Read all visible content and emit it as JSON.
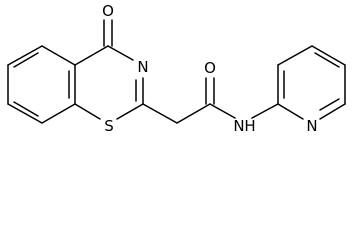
{
  "molecule": {
    "atoms": {
      "ketone_oxygen": "O",
      "ring_nitrogen": "N",
      "ring_sulfur": "S",
      "amide_oxygen": "O",
      "amide_nh": "N",
      "amide_h": "H",
      "pyridine_nitrogen": "N"
    }
  }
}
